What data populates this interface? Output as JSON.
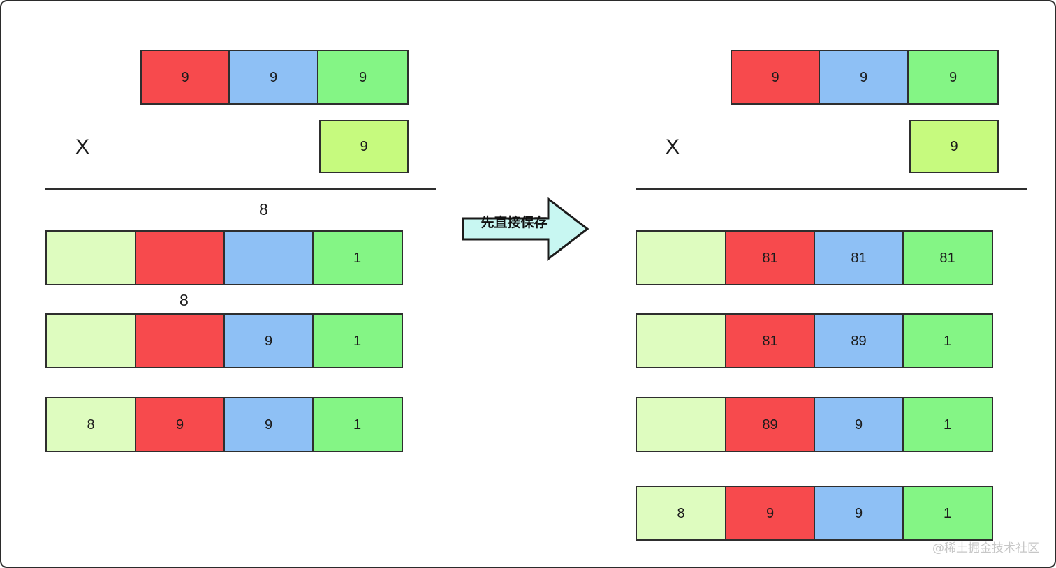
{
  "figure": {
    "title": "Big integer multiplication intermediate-result diagram",
    "watermark": "@稀土掘金技术社区",
    "colors": {
      "red": "#F74A4D",
      "blue": "#8EC0F5",
      "green": "#84F585",
      "light_green": "#C6FA7E",
      "pale_green": "#DEFCBF",
      "arrow_fill": "#C8F7F2",
      "stroke": "#2E2E2E"
    }
  },
  "arrow": {
    "label": "先直接保存"
  },
  "left_panel": {
    "multiplicand": {
      "cells": [
        {
          "value": "9",
          "color": "red"
        },
        {
          "value": "9",
          "color": "blue"
        },
        {
          "value": "9",
          "color": "green"
        }
      ]
    },
    "operator": "X",
    "multiplier": {
      "cells": [
        {
          "value": "9",
          "color": "light_green"
        }
      ]
    },
    "carry_labels": [
      "8",
      "8"
    ],
    "rows": [
      {
        "cells": [
          {
            "value": "",
            "color": "pale_green"
          },
          {
            "value": "",
            "color": "red"
          },
          {
            "value": "",
            "color": "blue"
          },
          {
            "value": "1",
            "color": "green"
          }
        ]
      },
      {
        "cells": [
          {
            "value": "",
            "color": "pale_green"
          },
          {
            "value": "",
            "color": "red"
          },
          {
            "value": "9",
            "color": "blue"
          },
          {
            "value": "1",
            "color": "green"
          }
        ]
      },
      {
        "cells": [
          {
            "value": "8",
            "color": "pale_green"
          },
          {
            "value": "9",
            "color": "red"
          },
          {
            "value": "9",
            "color": "blue"
          },
          {
            "value": "1",
            "color": "green"
          }
        ]
      }
    ]
  },
  "right_panel": {
    "multiplicand": {
      "cells": [
        {
          "value": "9",
          "color": "red"
        },
        {
          "value": "9",
          "color": "blue"
        },
        {
          "value": "9",
          "color": "green"
        }
      ]
    },
    "operator": "X",
    "multiplier": {
      "cells": [
        {
          "value": "9",
          "color": "light_green"
        }
      ]
    },
    "rows": [
      {
        "cells": [
          {
            "value": "",
            "color": "pale_green"
          },
          {
            "value": "81",
            "color": "red"
          },
          {
            "value": "81",
            "color": "blue"
          },
          {
            "value": "81",
            "color": "green"
          }
        ]
      },
      {
        "cells": [
          {
            "value": "",
            "color": "pale_green"
          },
          {
            "value": "81",
            "color": "red"
          },
          {
            "value": "89",
            "color": "blue"
          },
          {
            "value": "1",
            "color": "green"
          }
        ]
      },
      {
        "cells": [
          {
            "value": "",
            "color": "pale_green"
          },
          {
            "value": "89",
            "color": "red"
          },
          {
            "value": "9",
            "color": "blue"
          },
          {
            "value": "1",
            "color": "green"
          }
        ]
      },
      {
        "cells": [
          {
            "value": "8",
            "color": "pale_green"
          },
          {
            "value": "9",
            "color": "red"
          },
          {
            "value": "9",
            "color": "blue"
          },
          {
            "value": "1",
            "color": "green"
          }
        ]
      }
    ]
  }
}
